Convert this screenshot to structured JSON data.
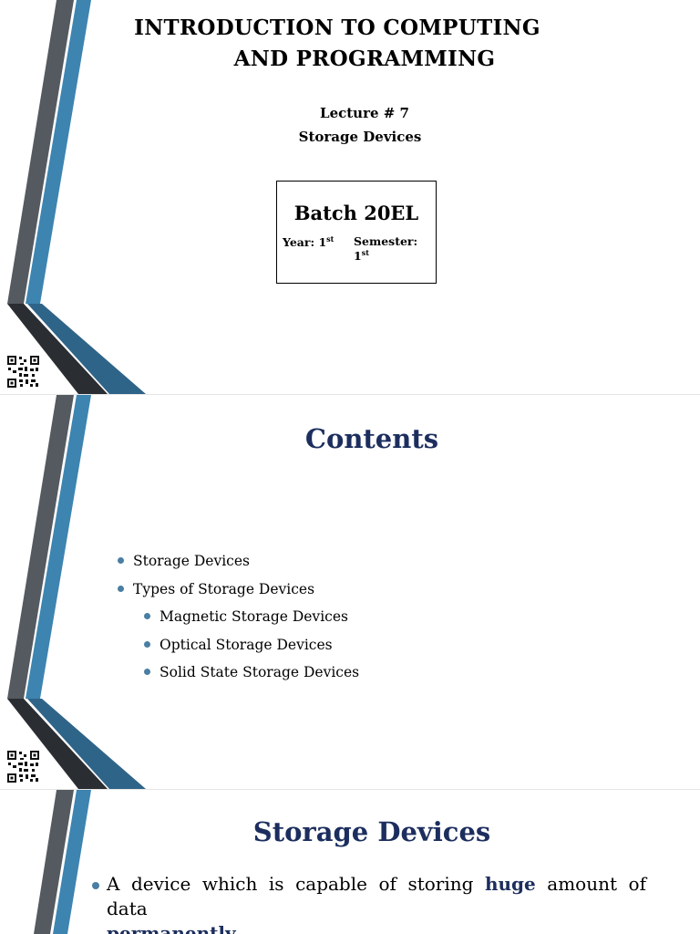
{
  "slide1": {
    "title_line1": "INTRODUCTION TO COMPUTING",
    "title_line2": "AND  PROGRAMMING",
    "lecture": "Lecture # 7",
    "topic": "Storage Devices",
    "batch": {
      "title": "Batch  20EL",
      "year_label": "Year: 1",
      "year_sup": "st",
      "semester_label": "Semester: 1",
      "semester_sup": "st"
    }
  },
  "slide2": {
    "title": "Contents",
    "bullets": [
      {
        "text": "Storage Devices",
        "level": 1
      },
      {
        "text": "Types of Storage Devices",
        "level": 1
      },
      {
        "text": "Magnetic Storage Devices",
        "level": 2
      },
      {
        "text": "Optical Storage Devices",
        "level": 2
      },
      {
        "text": "Solid State Storage Devices",
        "level": 2
      }
    ]
  },
  "slide3": {
    "title": "Storage Devices",
    "body_part1": "A device      which  is  capable  of  storing ",
    "body_highlight1": "huge",
    "body_part2": " amount  of",
    "body_line2": "data",
    "body_highlight2": "permanently"
  },
  "colors": {
    "accent_blue": "#3d84b0",
    "dark_gray": "#555a60",
    "title_navy": "#1c2e5e",
    "bullet_blue": "#4a7ea3",
    "triangle_teal": "#2f6489"
  },
  "icons": [
    "qr-code-icon",
    "bullet-dot-icon"
  ]
}
